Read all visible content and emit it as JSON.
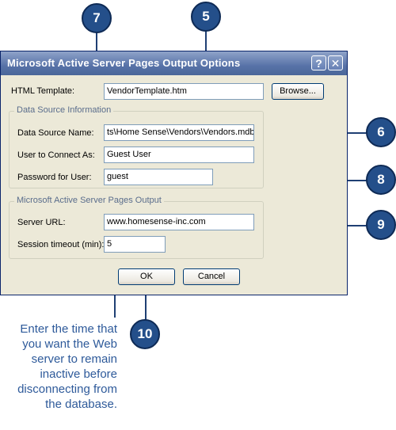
{
  "dialog": {
    "title": "Microsoft Active Server Pages Output Options",
    "help_label": "?",
    "close_label": "✕",
    "html_template": {
      "label": "HTML Template:",
      "value": "VendorTemplate.htm"
    },
    "browse_label": "Browse...",
    "data_source_group": "Data Source Information",
    "data_source_name": {
      "label": "Data Source Name:",
      "value": "ts\\Home Sense\\Vendors\\Vendors.mdb"
    },
    "user": {
      "label": "User to Connect As:",
      "value": "Guest User"
    },
    "password": {
      "label": "Password for User:",
      "value": "guest"
    },
    "output_group": "Microsoft Active Server Pages Output",
    "server_url": {
      "label": "Server URL:",
      "value": "www.homesense-inc.com"
    },
    "session_timeout": {
      "label": "Session timeout (min):",
      "value": "5"
    },
    "ok_label": "OK",
    "cancel_label": "Cancel"
  },
  "callouts": [
    "7",
    "5",
    "6",
    "8",
    "9",
    "10"
  ],
  "caption": "Enter the time that you want the Web server to remain inactive before disconnecting from the database."
}
